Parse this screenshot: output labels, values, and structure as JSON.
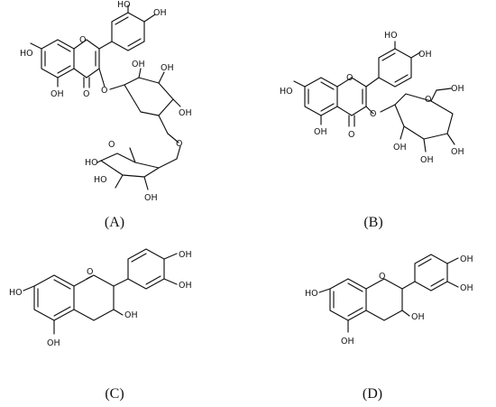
{
  "panels": [
    {
      "id": "A",
      "label": "(A)"
    },
    {
      "id": "B",
      "label": "(B)"
    },
    {
      "id": "C",
      "label": "(C)"
    },
    {
      "id": "D",
      "label": "(D)"
    }
  ],
  "atoms": {
    "oh": "OH",
    "ho": "HO",
    "o": "O"
  }
}
